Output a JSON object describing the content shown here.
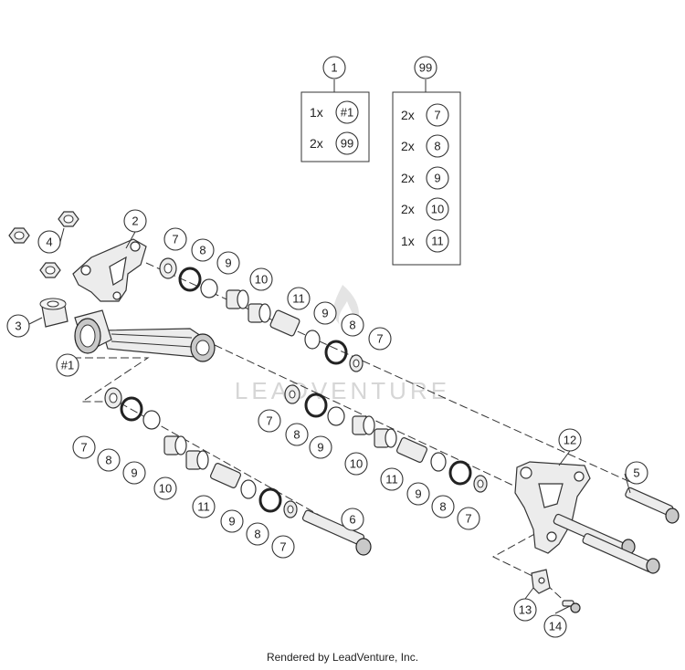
{
  "watermark": "LEADVENTURE",
  "footer": "Rendered by LeadVenture, Inc.",
  "callouts": [
    "1",
    "2",
    "3",
    "4",
    "5",
    "6",
    "7",
    "8",
    "9",
    "10",
    "11",
    "12",
    "13",
    "14",
    "99",
    "#1"
  ],
  "kit_1": {
    "label": "1",
    "rows": [
      {
        "qty": "1x",
        "ref": "#1"
      },
      {
        "qty": "2x",
        "ref": "99"
      }
    ]
  },
  "kit_99": {
    "label": "99",
    "rows": [
      {
        "qty": "2x",
        "ref": "7"
      },
      {
        "qty": "2x",
        "ref": "8"
      },
      {
        "qty": "2x",
        "ref": "9"
      },
      {
        "qty": "2x",
        "ref": "10"
      },
      {
        "qty": "1x",
        "ref": "11"
      }
    ]
  }
}
